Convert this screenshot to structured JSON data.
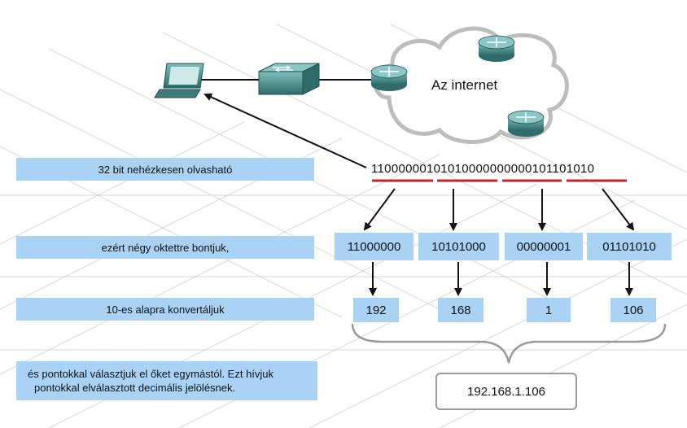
{
  "network": {
    "cloud_label": "Az internet"
  },
  "binary_string": "11000000101010000000000101101010",
  "steps": {
    "label_1": "32 bit nehézkesen olvasható",
    "label_2": "ezért négy oktettre bontjuk,",
    "label_3": "10-es alapra konvertáljuk",
    "label_4_line1": "és pontokkal választjuk el őket egymástól. Ezt hívjuk",
    "label_4_line2": "pontokkal elválasztott decimális jelölésnek."
  },
  "octets": [
    "11000000",
    "10101000",
    "00000001",
    "01101010"
  ],
  "decimals": [
    "192",
    "168",
    "1",
    "106"
  ],
  "result": "192.168.1.106",
  "colors": {
    "box_fill": "#a9d2f5",
    "underline": "#c0272d",
    "device": "#4a8a8a"
  },
  "icons": [
    "laptop-icon",
    "switch-icon",
    "router-icon"
  ]
}
